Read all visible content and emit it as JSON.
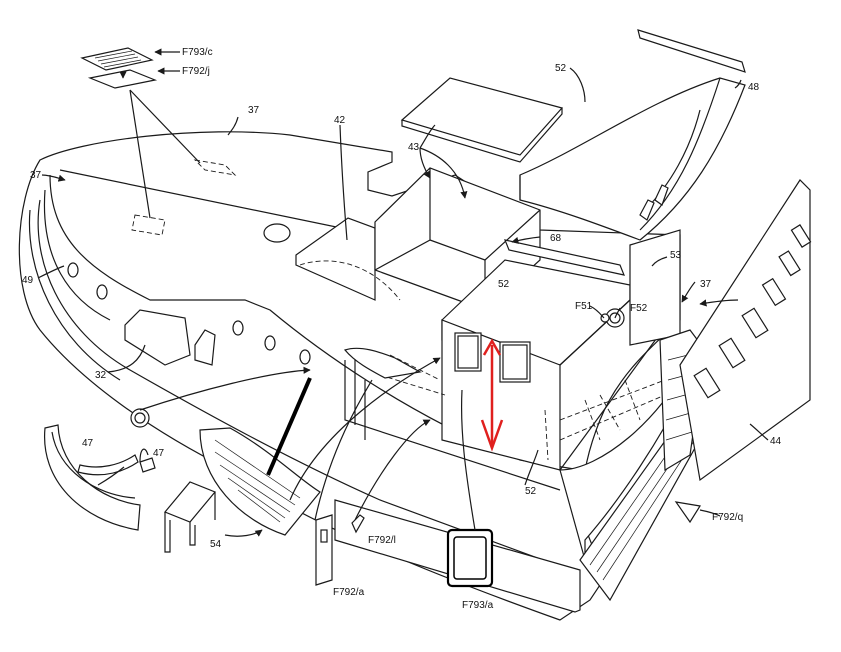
{
  "labels": {
    "l37a": "37",
    "l37b": "37",
    "l37c": "37",
    "l42": "42",
    "l43": "43",
    "l52a": "52",
    "l52b": "52",
    "l52c": "52",
    "l48": "48",
    "l68": "68",
    "l53": "53",
    "l49": "49",
    "l32": "32",
    "l47a": "47",
    "l47b": "47",
    "l54": "54",
    "l44": "44",
    "lF51": "F51",
    "lF52": "F52",
    "lF793c": "F793/c",
    "lF792j": "F792/j",
    "lF792l": "F792/l",
    "lF792a": "F792/a",
    "lF793a": "F793/a",
    "lF792q": "F792/q"
  },
  "annotation": {
    "arrow_color": "#e0201e"
  }
}
